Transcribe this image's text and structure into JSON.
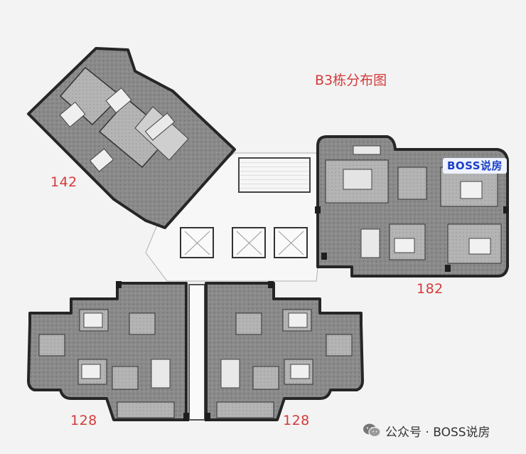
{
  "title": "B3栋分布图",
  "units": [
    {
      "name": "unit-142",
      "label": "142"
    },
    {
      "name": "unit-182",
      "label": "182"
    },
    {
      "name": "unit-128-left",
      "label": "128"
    },
    {
      "name": "unit-128-right",
      "label": "128"
    }
  ],
  "logo": {
    "text": "BOSS说房"
  },
  "watermark": {
    "text": "公众号 · BOSS说房",
    "icon": "wechat-icon"
  },
  "colors": {
    "label": "#d43a3a",
    "wall": "#2a2a2a",
    "floor": "#7d7d7d",
    "logo": "#1c3fc4"
  }
}
